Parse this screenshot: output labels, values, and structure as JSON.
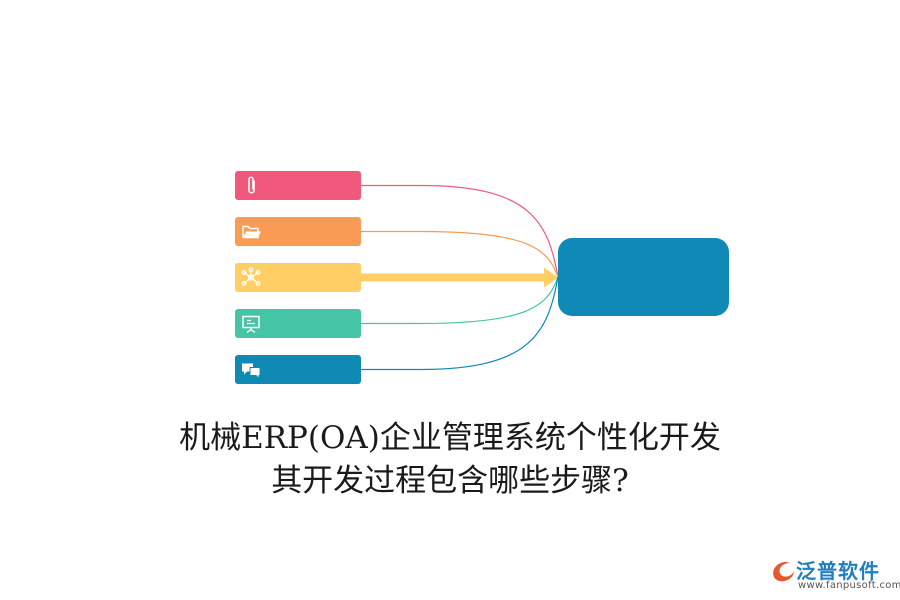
{
  "title": {
    "line1": "机械ERP(OA)企业管理系统个性化开发",
    "line2": "其开发过程包含哪些步骤?"
  },
  "diagram": {
    "boxes": [
      {
        "icon": "paperclip-icon",
        "color": "#f0597c"
      },
      {
        "icon": "folder-icon",
        "color": "#f99a55"
      },
      {
        "icon": "network-icon",
        "color": "#ffcf66"
      },
      {
        "icon": "presentation-icon",
        "color": "#45c4a6"
      },
      {
        "icon": "chat-bubbles-icon",
        "color": "#0e8ab5"
      }
    ],
    "target_color": "#1189b6",
    "arrow_color": "#ffcf66"
  },
  "logo": {
    "name": "泛普软件",
    "url": "www.fanpusoft.com",
    "name_color": "#1f7fc3",
    "icon_color": "#e8572d"
  }
}
